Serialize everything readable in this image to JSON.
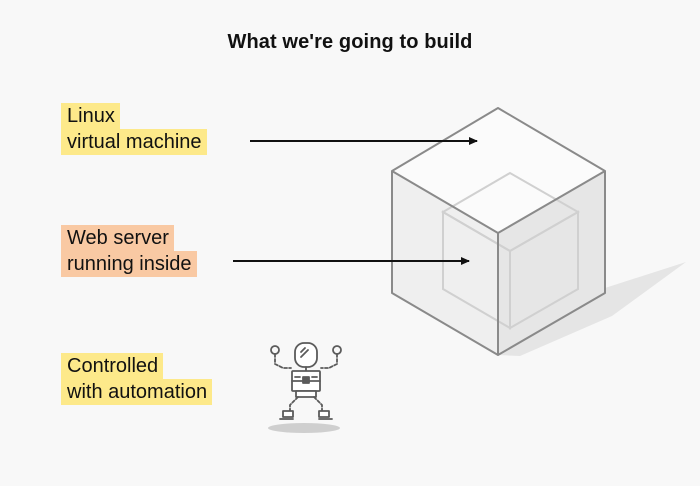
{
  "title": "What we're going to build",
  "labels": {
    "vm": {
      "line1": "Linux",
      "line2": "virtual machine",
      "highlight": "#fde98a"
    },
    "web": {
      "line1": "Web server",
      "line2": "running inside",
      "highlight": "#f9c9a3"
    },
    "automation": {
      "line1": "Controlled",
      "line2": "with automation",
      "highlight": "#fde98a"
    }
  },
  "icons": {
    "outer_cube": "cube-icon",
    "inner_cube": "inner-cube-icon",
    "robot": "robot-icon"
  }
}
